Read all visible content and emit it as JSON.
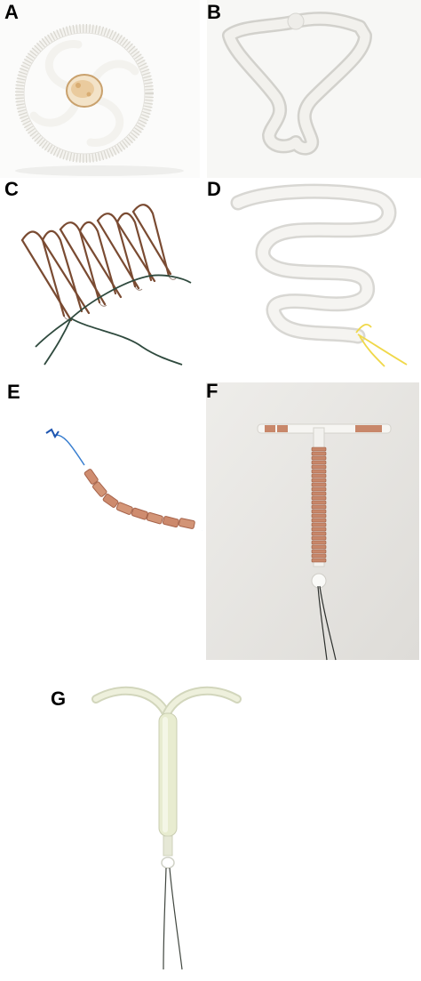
{
  "panels": [
    {
      "id": "a",
      "label": "A"
    },
    {
      "id": "b",
      "label": "B"
    },
    {
      "id": "c",
      "label": "C"
    },
    {
      "id": "d",
      "label": "D"
    },
    {
      "id": "e",
      "label": "E"
    },
    {
      "id": "f",
      "label": "F"
    },
    {
      "id": "g",
      "label": "G"
    }
  ],
  "colors": {
    "background": "#ffffff",
    "plastic_white": "#f1f0ed",
    "copper": "#c8876a",
    "thread_dark": "#2f4a3e",
    "thread_blue": "#3a7fd0",
    "thread_yellow": "#f0d84a",
    "panel_f_background": "#e9e8e5",
    "hormonal_body": "#ecefd6"
  }
}
